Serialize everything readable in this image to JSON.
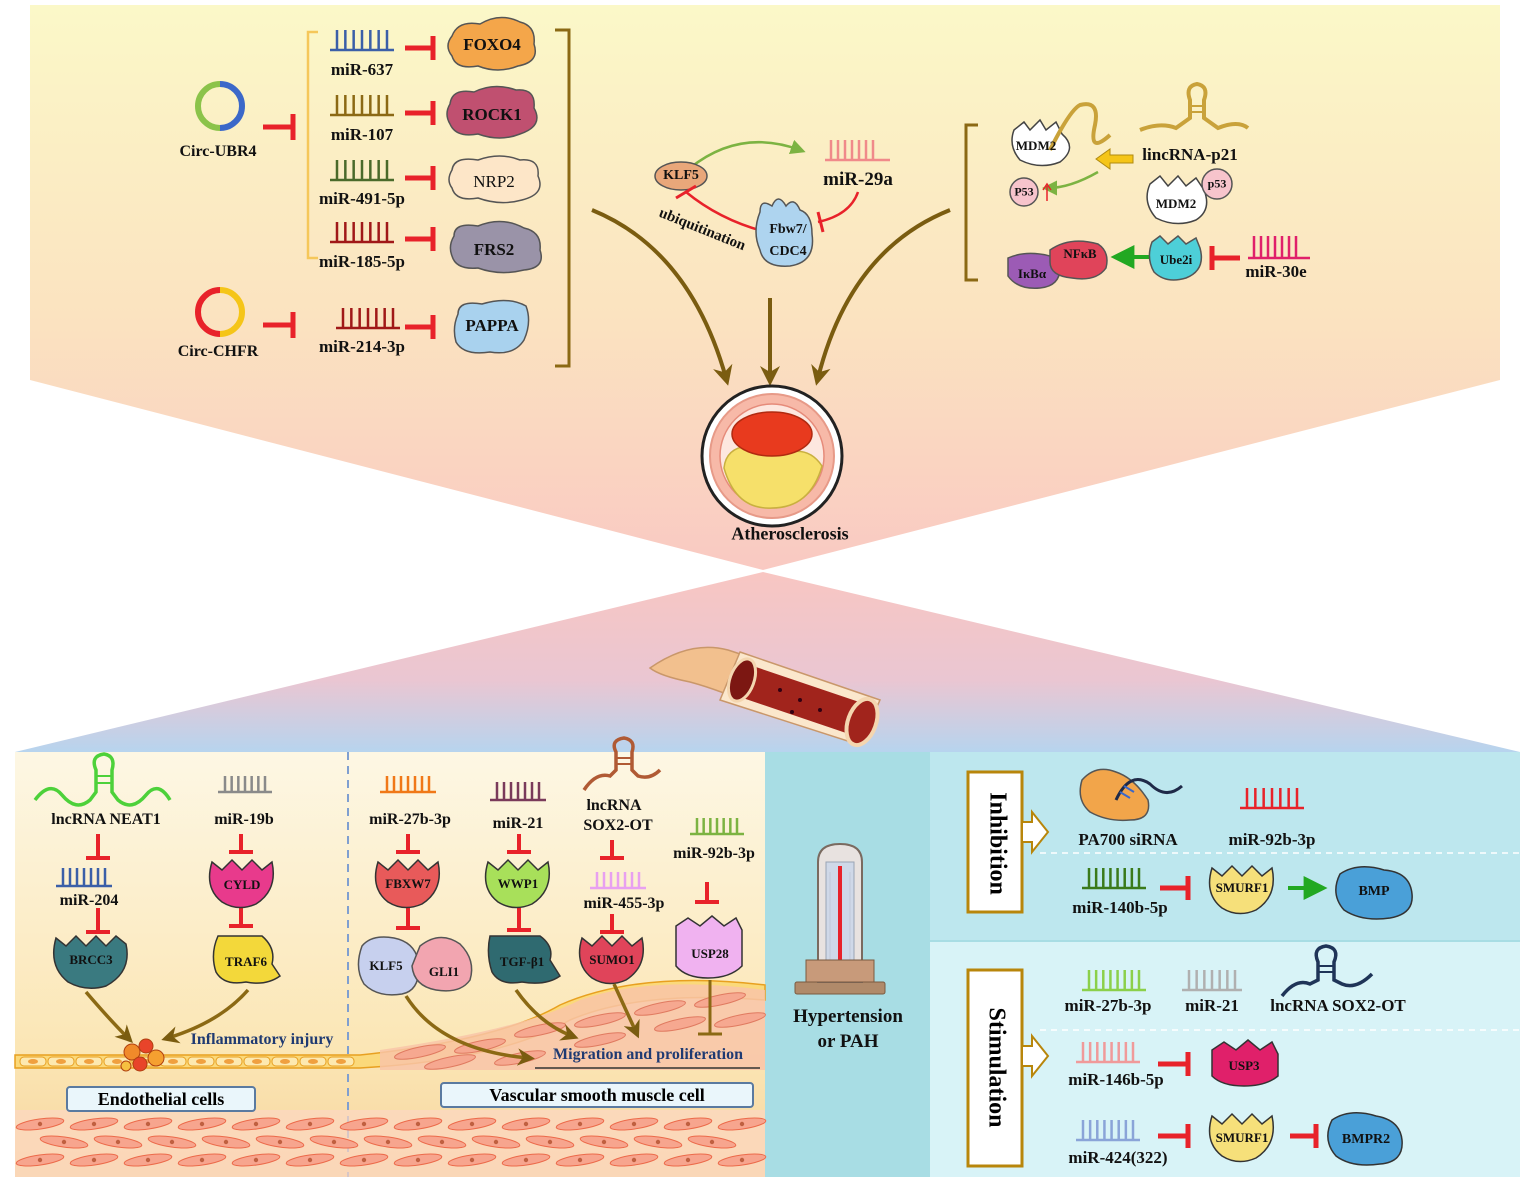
{
  "colors": {
    "top_panel": "#fbf7c6",
    "inhibit": "#e8222a",
    "brown_arrow": "#8b6914",
    "green_arrow": "#22a822",
    "teal_panel": "#a8dde4",
    "light_cyan": "#d6f1f5"
  },
  "top": {
    "circ1": "Circ-UBR4",
    "circ2": "Circ-CHFR",
    "mirs": [
      "miR-637",
      "miR-107",
      "miR-491-5p",
      "miR-185-5p",
      "miR-214-3p"
    ],
    "targets": [
      "FOXO4",
      "ROCK1",
      "NRP2",
      "FRS2",
      "PAPPA"
    ],
    "klf5": "KLF5",
    "mir29a": "miR-29a",
    "fbw7_l1": "Fbw7/",
    "fbw7_l2": "CDC4",
    "ubiq": "ubiquitination",
    "mdm2a": "MDM2",
    "lincrna": "lincRNA-p21",
    "p53a": "P53",
    "p53b": "p53",
    "mdm2b": "MDM2",
    "ikba": "IκBα",
    "nfkb": "NFκB",
    "ube2i": "Ube2i",
    "mir30e": "miR-30e"
  },
  "center": {
    "athero": "Atherosclerosis"
  },
  "endo": {
    "neat1": "lncRNA  NEAT1",
    "mir19b": "miR-19b",
    "mir204": "miR-204",
    "cyld": "CYLD",
    "brcc3": "BRCC3",
    "traf6": "TRAF6",
    "injury": "Inflammatory injury",
    "cells": "Endothelial cells"
  },
  "vsmc": {
    "mir27b": "miR-27b-3p",
    "mir21": "miR-21",
    "sox2_l1": "lncRNA",
    "sox2_l2": "SOX2-OT",
    "mir92b": "miR-92b-3p",
    "fbxw7": "FBXW7",
    "wwp1": "WWP1",
    "mir455": "miR-455-3p",
    "klf5": "KLF5",
    "gli1": "GLI1",
    "tgfb1": "TGF-β1",
    "sumo1": "SUMO1",
    "usp28": "USP28",
    "migration": "Migration and proliferation",
    "cells": "Vascular smooth  muscle cell"
  },
  "pah": {
    "title_l1": "Hypertension",
    "title_l2": "or PAH",
    "inhibition": "Inhibition",
    "stimulation": "Stimulation",
    "pa700": "PA700  siRNA",
    "mir92b": "miR-92b-3p",
    "mir140b": "miR-140b-5p",
    "smurf1a": "SMURF1",
    "bmp": "BMP",
    "mir27b": "miR-27b-3p",
    "mir21": "miR-21",
    "sox2": "lncRNA SOX2-OT",
    "mir146b": "miR-146b-5p",
    "usp3": "USP3",
    "mir424": "miR-424(322)",
    "smurf1b": "SMURF1",
    "bmpr2": "BMPR2"
  }
}
